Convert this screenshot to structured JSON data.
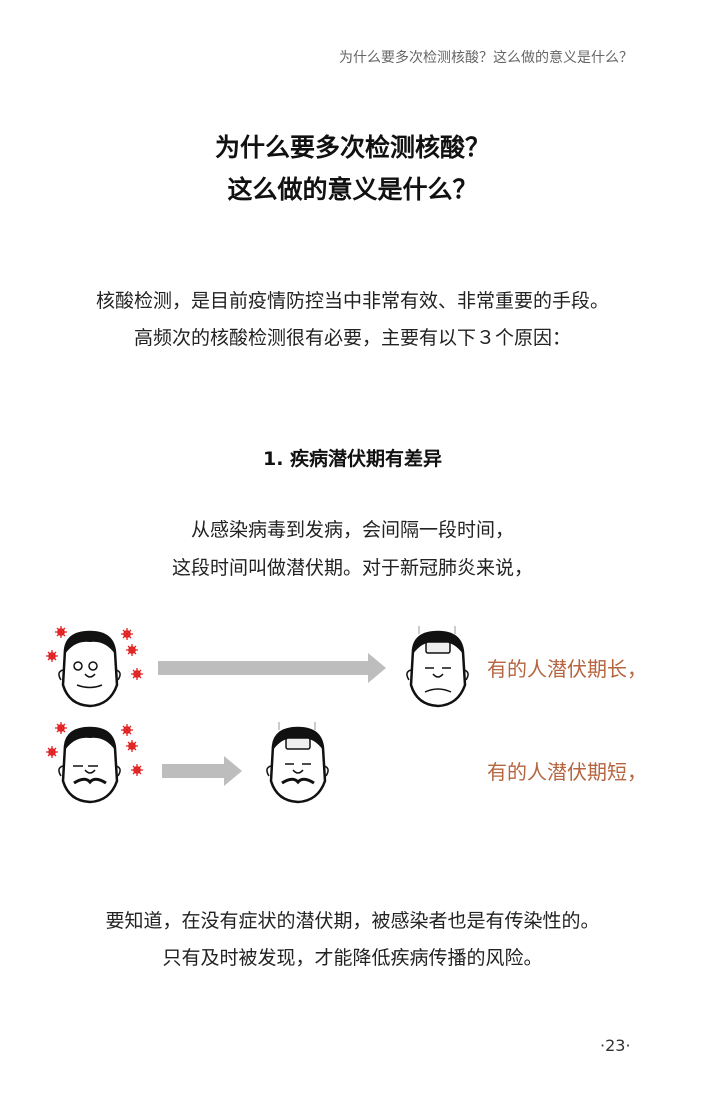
{
  "running_header": "为什么要多次检测核酸？这么做的意义是什么？",
  "title": [
    "为什么要多次检测核酸？",
    "这么做的意义是什么？"
  ],
  "intro": [
    "核酸检测，是目前疫情防控当中非常有效、非常重要的手段。",
    "高频次的核酸检测很有必要，主要有以下３个原因："
  ],
  "section1": {
    "heading": "1. 疾病潜伏期有差异",
    "text": [
      "从感染病毒到发病，会间隔一段时间，",
      "这段时间叫做潜伏期。对于新冠肺炎来说，"
    ],
    "illustration": {
      "long_label": "有的人潜伏期长，",
      "short_label": "有的人潜伏期短，"
    },
    "conclusion": [
      "要知道，在没有症状的潜伏期，被感染者也是有传染性的。",
      "只有及时被发现，才能降低疾病传播的风险。"
    ]
  },
  "page_number": "·23·",
  "colors": {
    "accent": "#b5653f",
    "virus": "#e02020",
    "arrow": "#bdbdbd"
  }
}
